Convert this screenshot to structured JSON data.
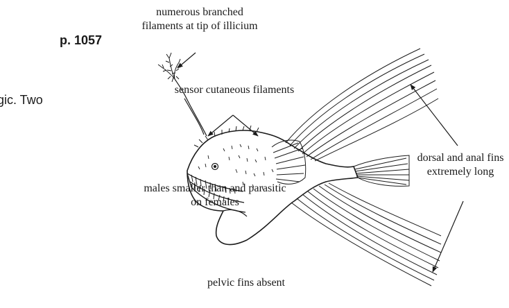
{
  "page": {
    "page_ref": "p. 1057",
    "text_fragment": "gic. Two"
  },
  "labels": {
    "illicium": "numerous branched filaments at tip of illicium",
    "sensor": "sensor cutaneous filaments",
    "males": "males smaller than and parasitic on females",
    "pelvic": "pelvic fins absent",
    "fins": "dorsal and anal fins extremely long"
  },
  "colors": {
    "ink": "#1a1a1a",
    "background": "#ffffff"
  }
}
